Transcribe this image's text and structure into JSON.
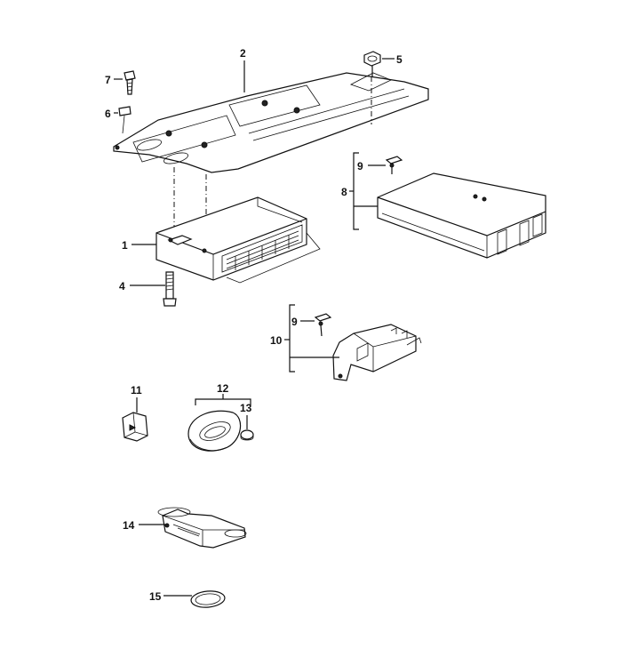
{
  "callouts": {
    "c1": "1",
    "c2": "2",
    "c4": "4",
    "c5": "5",
    "c6": "6",
    "c7": "7",
    "c8": "8",
    "c9a": "9",
    "c9b": "9",
    "c10": "10",
    "c11": "11",
    "c12": "12",
    "c13": "13",
    "c14": "14",
    "c15": "15"
  }
}
